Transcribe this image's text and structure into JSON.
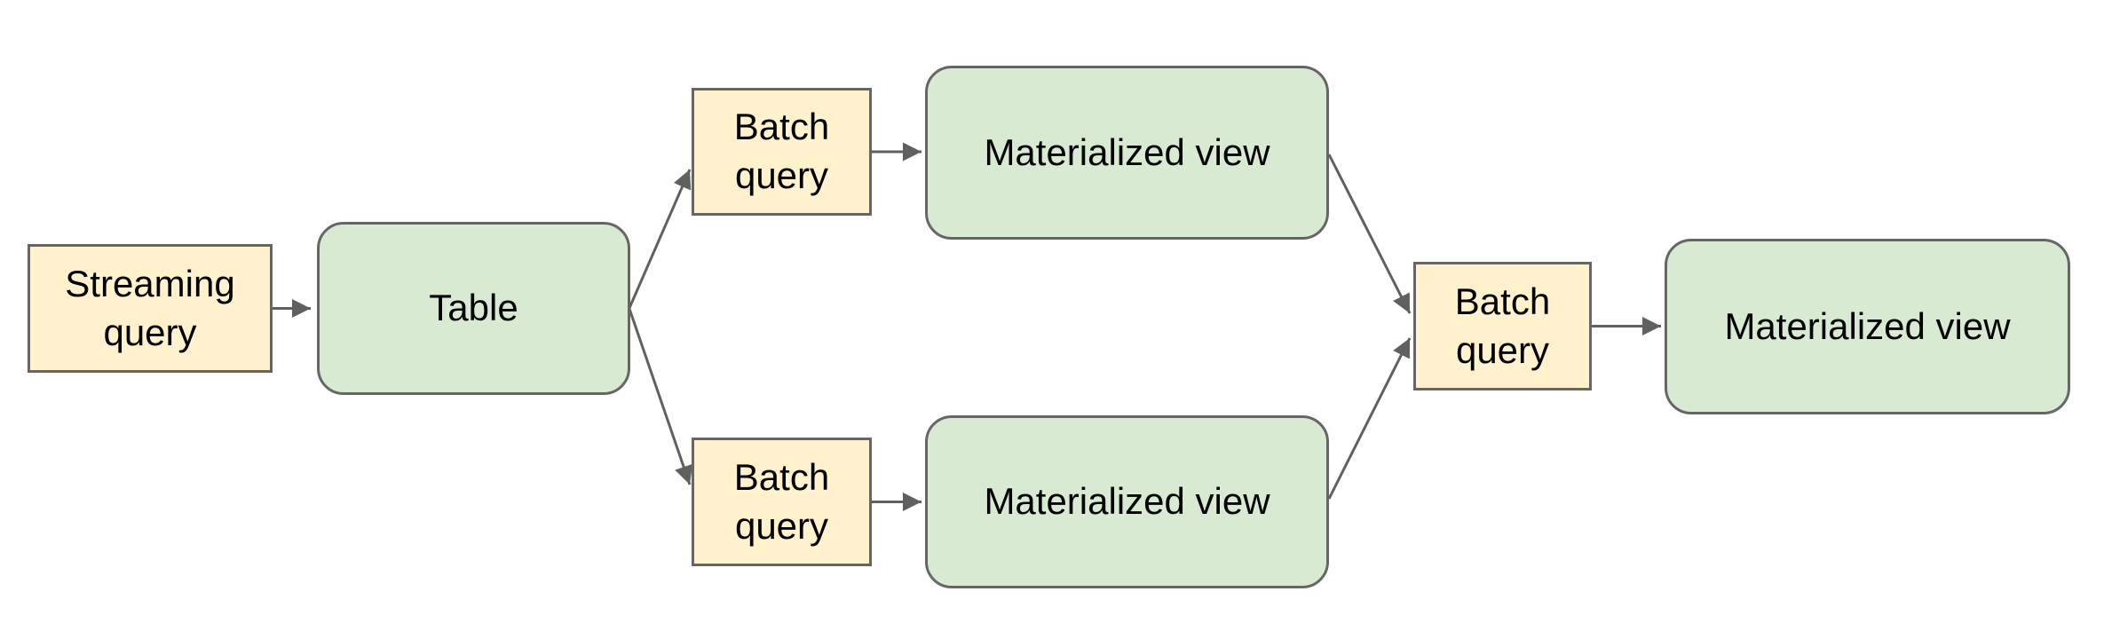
{
  "diagram": {
    "nodes": [
      {
        "id": "streaming-query",
        "label": "Streaming query",
        "shape": "rectangle",
        "fill": "#fff2cc"
      },
      {
        "id": "table",
        "label": "Table",
        "shape": "rounded-rectangle",
        "fill": "#d9ead3"
      },
      {
        "id": "batch-query-top",
        "label": "Batch query",
        "shape": "rectangle",
        "fill": "#fff2cc"
      },
      {
        "id": "materialized-view-top",
        "label": "Materialized view",
        "shape": "rounded-rectangle",
        "fill": "#d9ead3"
      },
      {
        "id": "batch-query-bottom",
        "label": "Batch query",
        "shape": "rectangle",
        "fill": "#fff2cc"
      },
      {
        "id": "materialized-view-bottom",
        "label": "Materialized view",
        "shape": "rounded-rectangle",
        "fill": "#d9ead3"
      },
      {
        "id": "batch-query-right",
        "label": "Batch query",
        "shape": "rectangle",
        "fill": "#fff2cc"
      },
      {
        "id": "materialized-view-final",
        "label": "Materialized view",
        "shape": "rounded-rectangle",
        "fill": "#d9ead3"
      }
    ],
    "edges": [
      {
        "from": "streaming-query",
        "to": "table"
      },
      {
        "from": "table",
        "to": "batch-query-top"
      },
      {
        "from": "table",
        "to": "batch-query-bottom"
      },
      {
        "from": "batch-query-top",
        "to": "materialized-view-top"
      },
      {
        "from": "batch-query-bottom",
        "to": "materialized-view-bottom"
      },
      {
        "from": "materialized-view-top",
        "to": "batch-query-right"
      },
      {
        "from": "materialized-view-bottom",
        "to": "batch-query-right"
      },
      {
        "from": "batch-query-right",
        "to": "materialized-view-final"
      }
    ]
  },
  "colors": {
    "node_yellow_fill": "#fff2cc",
    "node_green_fill": "#d9ead3",
    "node_border": "#666666",
    "arrow": "#5f6161",
    "text": "#000000",
    "background": "#ffffff"
  }
}
